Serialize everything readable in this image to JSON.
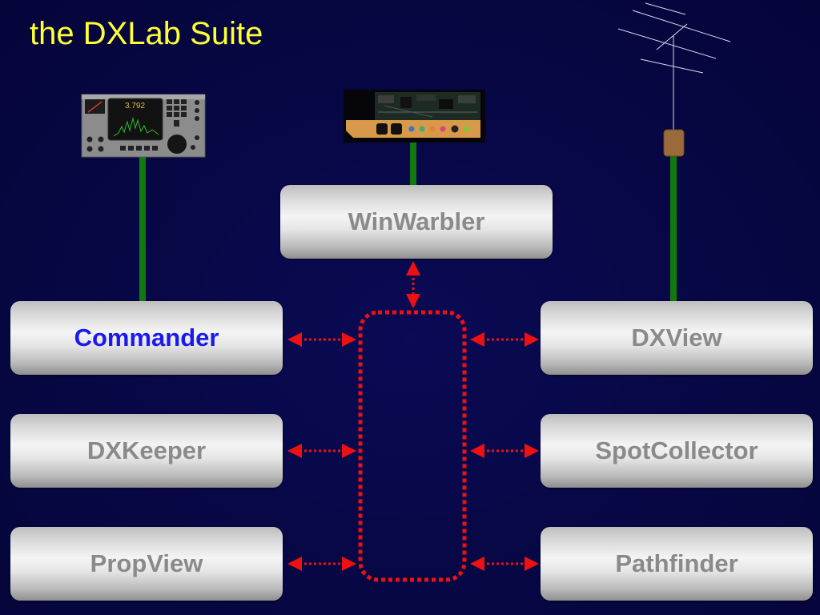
{
  "title": "the DXLab Suite",
  "radio": {
    "frequency": "3.792"
  },
  "apps": {
    "winwarbler": "WinWarbler",
    "commander": "Commander",
    "dxkeeper": "DXKeeper",
    "propview": "PropView",
    "dxview": "DXView",
    "spotcollector": "SpotCollector",
    "pathfinder": "Pathfinder"
  },
  "active_app": "commander",
  "colors": {
    "background": "#070744",
    "title": "#ffff33",
    "active_label": "#1a1aee",
    "inactive_label": "#8a8a8a",
    "connection_line": "#107a10",
    "bus": "#ee1111"
  },
  "icons": [
    "transceiver-icon",
    "sound-card-icon",
    "antenna-icon"
  ]
}
